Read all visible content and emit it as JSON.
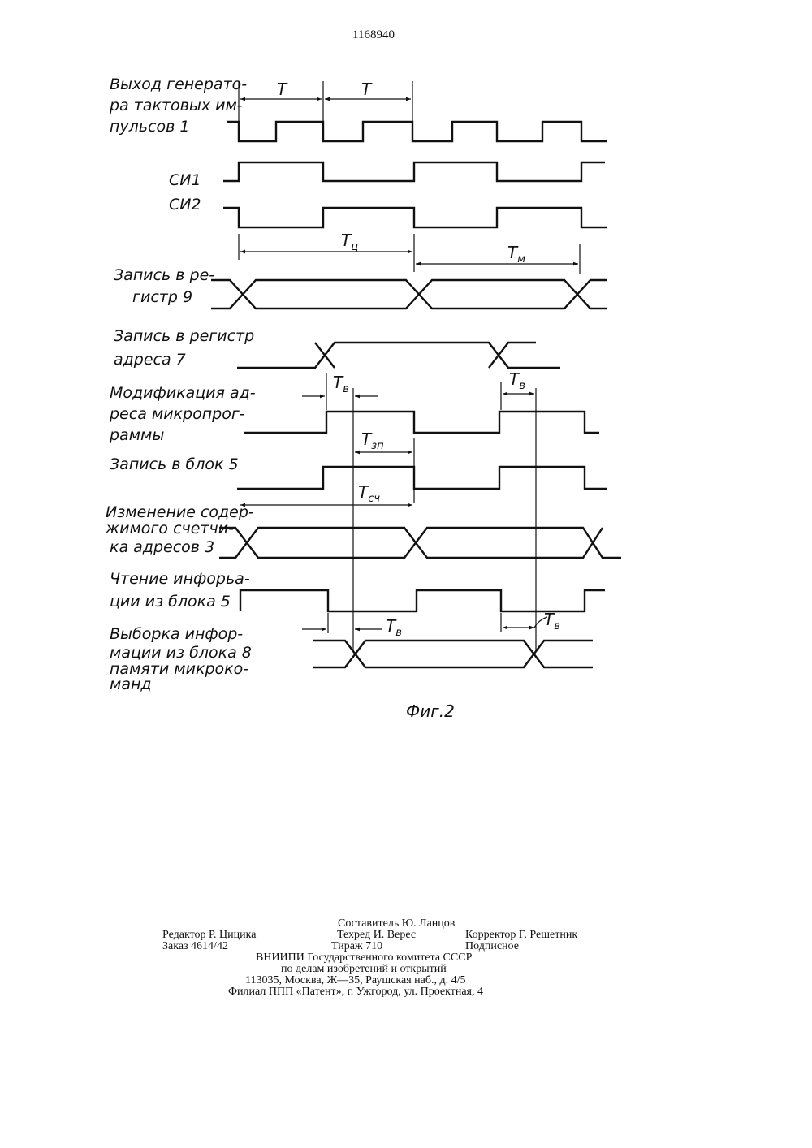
{
  "patent_number": "1168940",
  "figure_caption": "Фиг.2",
  "signals": [
    {
      "id": "clock",
      "lines": [
        "Выход генерато-",
        "ра тактовых им-",
        "пульсов 1"
      ]
    },
    {
      "id": "si1",
      "lines": [
        "СИ1"
      ]
    },
    {
      "id": "si2",
      "lines": [
        "СИ2"
      ]
    },
    {
      "id": "reg9",
      "lines": [
        "Запись в ре-",
        "гистр 9"
      ]
    },
    {
      "id": "reg7",
      "lines": [
        "Запись в регистр",
        "адреса 7"
      ]
    },
    {
      "id": "modaddr",
      "lines": [
        "Модификация ад-",
        "реса микропрог-",
        "раммы"
      ]
    },
    {
      "id": "block5write",
      "lines": [
        "Запись в блок 5"
      ]
    },
    {
      "id": "counter",
      "lines": [
        "Изменение содер-",
        "жимого счетчи-",
        "ка адресов 3"
      ]
    },
    {
      "id": "block5read",
      "lines": [
        "Чтение инфорьа-",
        "ции из блока 5"
      ]
    },
    {
      "id": "block8",
      "lines": [
        "Выборка инфор-",
        "мации из блока 8",
        "памяти микроко-",
        "манд"
      ]
    }
  ],
  "timing_labels": {
    "period_1": {
      "main": "T",
      "sub": ""
    },
    "period_2": {
      "main": "T",
      "sub": ""
    },
    "cycle": {
      "main": "T",
      "sub": "ц"
    },
    "micro": {
      "main": "T",
      "sub": "м"
    },
    "delay_1": {
      "main": "T",
      "sub": "в"
    },
    "delay_2": {
      "main": "T",
      "sub": "в"
    },
    "write_pulse": {
      "main": "T",
      "sub": "зп"
    },
    "counter_read": {
      "main": "T",
      "sub": "сч"
    },
    "delay_3": {
      "main": "T",
      "sub": "в"
    },
    "delay_4": {
      "main": "T",
      "sub": "в"
    }
  },
  "imprint": {
    "compiler": "Составитель Ю. Ланцов",
    "editor": "Редактор Р. Цицика",
    "techred": "Техред И. Верес",
    "corrector": "Корректор Г. Решетник",
    "order": "Заказ 4614/42",
    "print_run": "Тираж 710",
    "subscription": "Подписное",
    "org_line1": "ВНИИПИ Государственного комитета СССР",
    "org_line2": "по делам изобретений и открытий",
    "address": "113035, Москва, Ж—35, Раушская наб., д. 4/5",
    "branch": "Филиал ППП «Патент», г. Ужгород, ул. Проектная, 4"
  }
}
